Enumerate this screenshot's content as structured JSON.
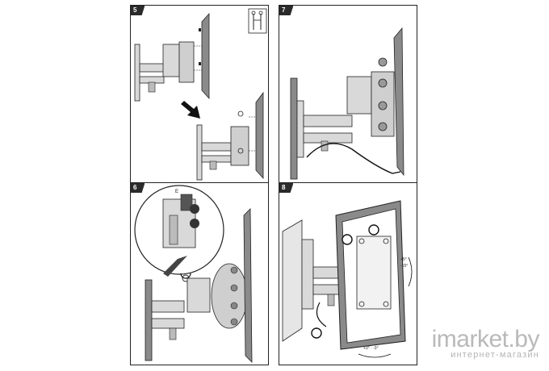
{
  "steps": [
    {
      "number": "5"
    },
    {
      "number": "7"
    },
    {
      "number": "6"
    },
    {
      "number": "8"
    }
  ],
  "annotations": {
    "tilt_up": "+5°",
    "tilt_down": "-15°",
    "rotate_range": "+3° · -3°",
    "panel6_callout": "E"
  },
  "watermark": {
    "brand": "imarket.by",
    "subtitle": "интернет-магазин"
  },
  "colors": {
    "frame": "#222222",
    "metal": "#d9d9d9",
    "tv_frame": "#8a8a8a",
    "wall": "#e6e6e6"
  }
}
